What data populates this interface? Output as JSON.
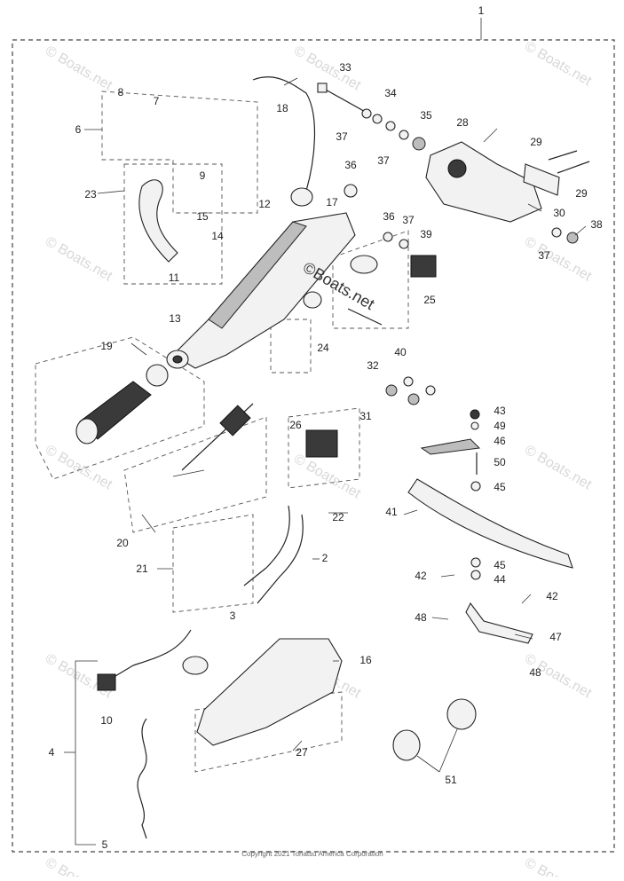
{
  "diagram": {
    "callouts": [
      "1",
      "2",
      "3",
      "4",
      "5",
      "6",
      "7",
      "8",
      "9",
      "10",
      "11",
      "12",
      "13",
      "14",
      "15",
      "16",
      "17",
      "18",
      "19",
      "20",
      "21",
      "22",
      "23",
      "24",
      "25",
      "26",
      "27",
      "28",
      "29",
      "29",
      "30",
      "31",
      "32",
      "33",
      "34",
      "35",
      "36",
      "36",
      "37",
      "37",
      "37",
      "37",
      "38",
      "39",
      "40",
      "41",
      "42",
      "42",
      "43",
      "44",
      "45",
      "45",
      "46",
      "47",
      "48",
      "48",
      "49",
      "50",
      "51"
    ],
    "center_watermark": "©Boats.net",
    "watermark": "© Boats.net",
    "copyright": "Copyright 2021 Tohatsu America Corporation"
  }
}
